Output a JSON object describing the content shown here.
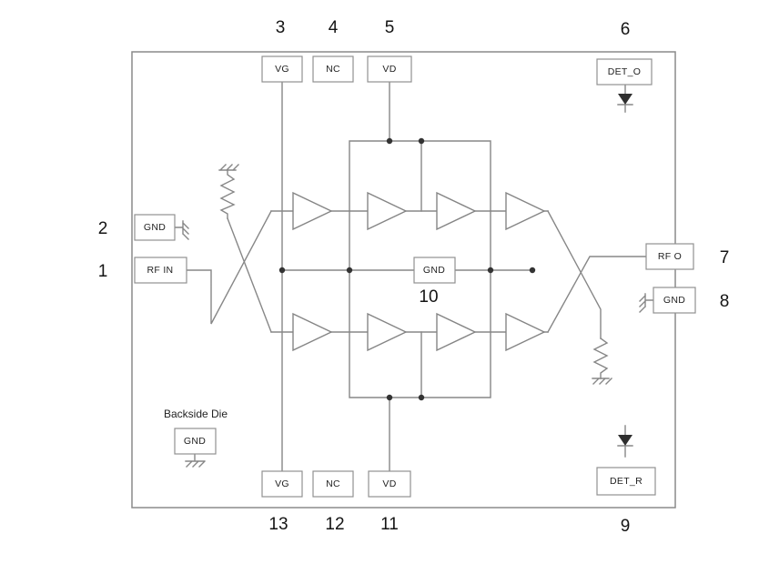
{
  "diagram": {
    "background": "#ffffff",
    "line_color": "#878787",
    "text_color": "#222222",
    "pins": {
      "top": [
        {
          "number": "3",
          "label": "VG"
        },
        {
          "number": "4",
          "label": "NC"
        },
        {
          "number": "5",
          "label": "VD"
        },
        {
          "number": "6",
          "label": "DET_O"
        }
      ],
      "left": [
        {
          "number": "2",
          "label": "GND"
        },
        {
          "number": "1",
          "label": "RF IN"
        }
      ],
      "right": [
        {
          "number": "7",
          "label": "RF O"
        },
        {
          "number": "8",
          "label": "GND"
        }
      ],
      "bottom": [
        {
          "number": "13",
          "label": "VG"
        },
        {
          "number": "12",
          "label": "NC"
        },
        {
          "number": "11",
          "label": "VD"
        },
        {
          "number": "9",
          "label": "DET_R"
        }
      ],
      "center": {
        "number": "10",
        "label": "GND"
      }
    },
    "backside": {
      "caption": "Backside Die",
      "label": "GND"
    }
  }
}
